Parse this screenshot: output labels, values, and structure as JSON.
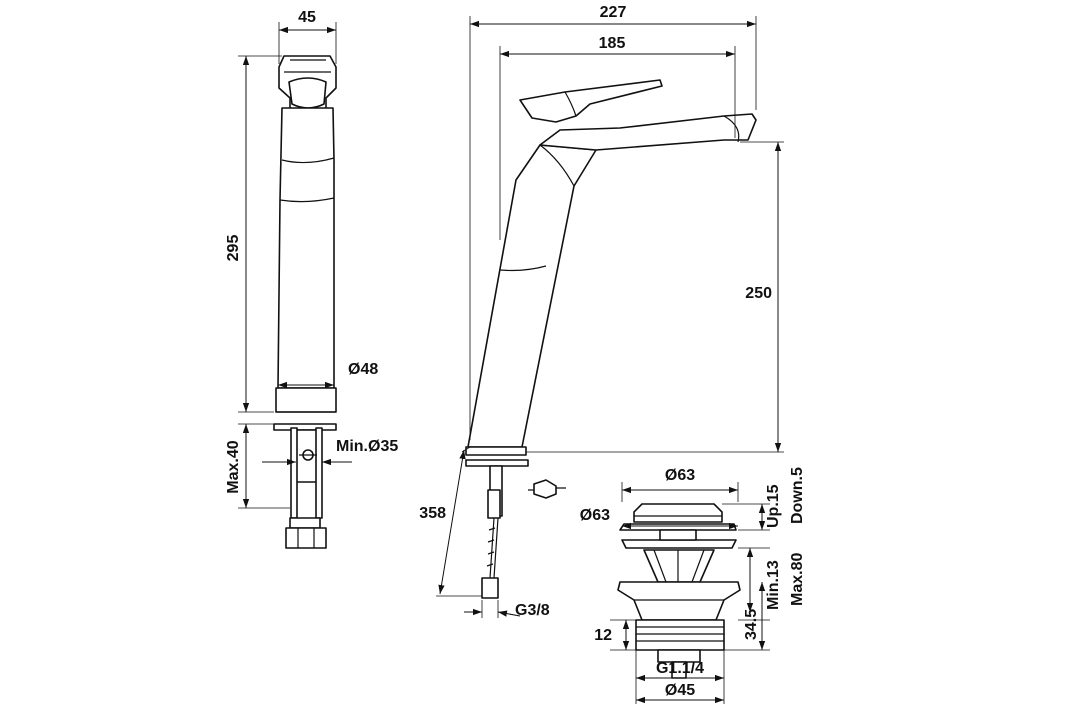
{
  "drawing": {
    "line_color": "#111111",
    "background": "#ffffff"
  },
  "dimensions": {
    "side_width": "45",
    "side_height": "295",
    "base_diameter": "Ø48",
    "max_thickness": "Max.40",
    "min_hole": "Min.Ø35",
    "total_width": "227",
    "spout_reach": "185",
    "spout_height": "250",
    "hose_length": "358",
    "hose_thread": "G3/8",
    "waste_top_diameter": "Ø63",
    "waste_flange_diameter": "Ø63",
    "waste_up": "Up.15",
    "waste_down": "Down.5",
    "waste_min": "Min.13",
    "waste_max": "Max.80",
    "waste_body": "34.5",
    "waste_thread_height": "12",
    "waste_thread": "G1.1/4",
    "waste_bottom_diameter": "Ø45"
  }
}
